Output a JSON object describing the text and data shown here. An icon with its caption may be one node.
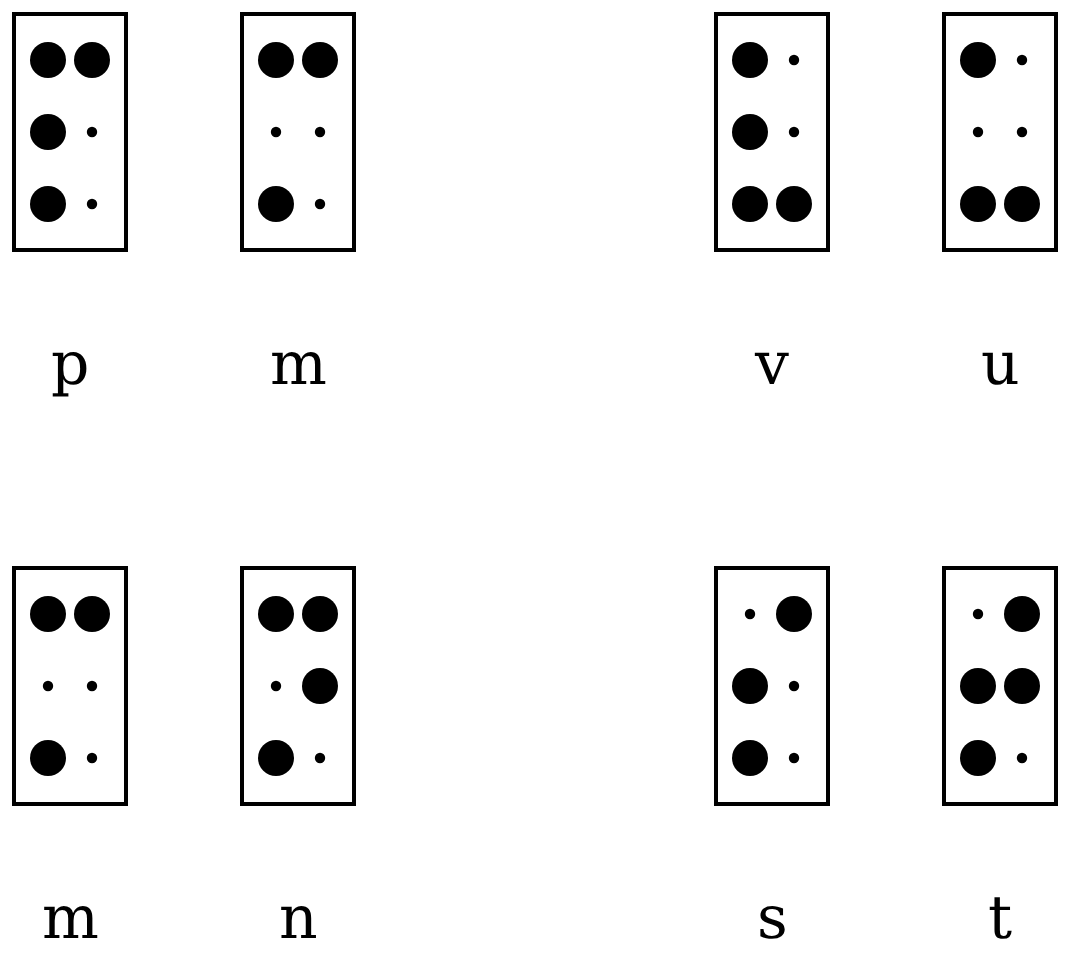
{
  "diagram": {
    "nodes": [
      {
        "text": [],
        "shape": "box",
        "beside": [
          "p"
        ]
      },
      {
        "text": [],
        "shape": "box",
        "beside": [
          "m"
        ]
      },
      {
        "text": [],
        "shape": "box",
        "beside": [
          "v"
        ]
      },
      {
        "text": [],
        "shape": "box",
        "beside": [
          "u"
        ]
      },
      {
        "text": [],
        "shape": "box",
        "beside": [
          "m"
        ]
      },
      {
        "text": [],
        "shape": "box",
        "beside": [
          "n"
        ]
      },
      {
        "text": [],
        "shape": "box",
        "beside": [
          "s"
        ]
      },
      {
        "text": [],
        "shape": "box",
        "beside": [
          "t"
        ]
      }
    ]
  }
}
